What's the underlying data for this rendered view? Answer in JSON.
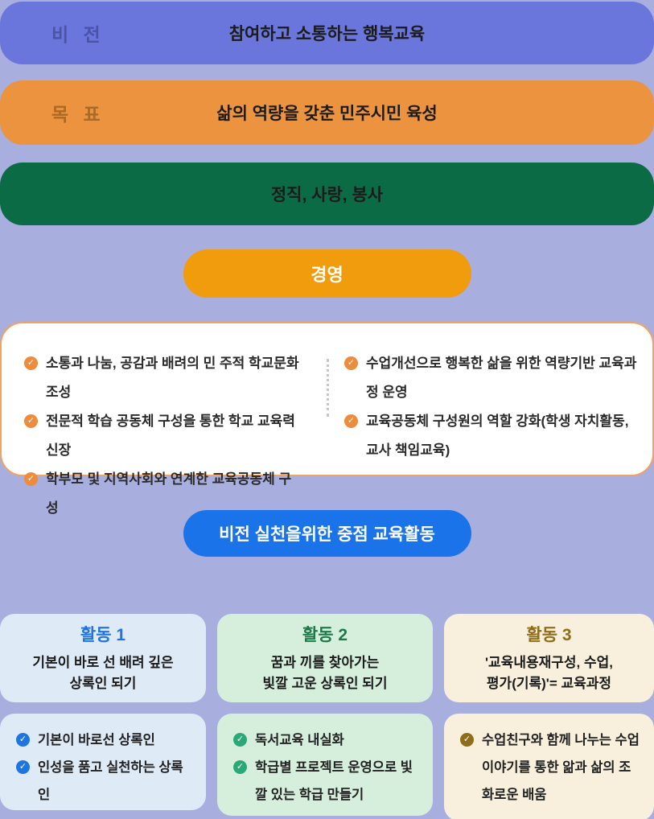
{
  "colors": {
    "page_bg": "#a8aede",
    "vision_bg": "#6b76dc",
    "goal_bg": "#ec9340",
    "values_bg": "#0b6b45",
    "mgmt_pill_bg": "#f09c0c",
    "box_border": "#f2a35f",
    "box_check": "#ee8c3e",
    "activities_pill_bg": "#1a73e8",
    "act1_bg": "#dfeaf7",
    "act1_accent": "#1e75e0",
    "act2_bg": "#d6efdd",
    "act2_accent": "#1d7a48",
    "act2_check": "#2aa878",
    "act3_bg": "#f8f0dc",
    "act3_accent": "#8e6e1a"
  },
  "vision_banner": {
    "label": "비 전",
    "title": "참여하고 소통하는 행복교육"
  },
  "goal_banner": {
    "label": "목 표",
    "title": "삶의 역량을 갖춘 민주시민 육성"
  },
  "values_banner": {
    "title": "정직, 사랑, 봉사"
  },
  "management_pill": {
    "label": "경영"
  },
  "management_box": {
    "left_items": [
      "소통과 나눔, 공감과 배려의 민 주적 학교문화 조성",
      "전문적 학습 공동체 구성을 통한 학교 교육력 신장",
      "학부모 및 지역사회와 연계한 교육공동체 구성"
    ],
    "right_items": [
      "수업개선으로 행복한 삶을 위한 역량기반 교육과정 운영",
      "교육공동체 구성원의 역할 강화(학생 자치활동, 교사 책임교육)"
    ]
  },
  "activities_pill": {
    "label": "비전 실천을위한 중점 교육활동"
  },
  "activities": [
    {
      "title": "활동 1",
      "subtitle_lines": [
        "기본이 바로 선 배려 깊은",
        "상록인 되기"
      ],
      "items": [
        "기본이 바로선 상록인",
        "인성을 품고 실천하는 상록인"
      ]
    },
    {
      "title": "활동 2",
      "subtitle_lines": [
        "꿈과 끼를 찾아가는",
        "빛깔 고운 상록인 되기"
      ],
      "items": [
        "독서교육 내실화",
        "학급별 프로젝트 운영으로 빛깔 있는 학급 만들기"
      ]
    },
    {
      "title": "활동 3",
      "subtitle_lines": [
        "'교육내용재구성, 수업,",
        "평가(기록)'= 교육과정"
      ],
      "items": [
        "수업친구와 함께 나누는 수업 이야기를 통한 앎과 삶의 조화로운 배움"
      ]
    }
  ]
}
